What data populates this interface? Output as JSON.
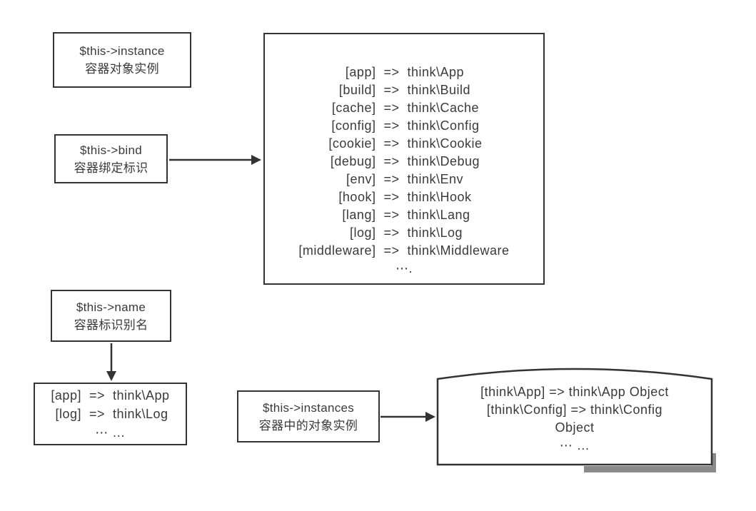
{
  "diagram": {
    "arrow_symbol": "=>",
    "colors": {
      "border": "#333333",
      "text": "#3a3a3a",
      "shadow": "#8a8a8a",
      "background": "#ffffff"
    },
    "instance_label": {
      "line1": "$this->instance",
      "line2": "容器对象实例"
    },
    "bind_label": {
      "line1": "$this->bind",
      "line2": "容器绑定标识"
    },
    "name_label": {
      "line1": "$this->name",
      "line2": "容器标识别名"
    },
    "instances_label": {
      "line1": "$this->instances",
      "line2": "容器中的对象实例"
    },
    "bind_map": {
      "rows": [
        {
          "k": "[app]",
          "v": "think\\App"
        },
        {
          "k": "[build]",
          "v": "think\\Build"
        },
        {
          "k": "[cache]",
          "v": "think\\Cache"
        },
        {
          "k": "[config]",
          "v": "think\\Config"
        },
        {
          "k": "[cookie]",
          "v": "think\\Cookie"
        },
        {
          "k": "[debug]",
          "v": "think\\Debug"
        },
        {
          "k": "[env]",
          "v": "think\\Env"
        },
        {
          "k": "[hook]",
          "v": "think\\Hook"
        },
        {
          "k": "[lang]",
          "v": "think\\Lang"
        },
        {
          "k": "[log]",
          "v": "think\\Log"
        },
        {
          "k": "[middleware]",
          "v": "think\\Middleware"
        }
      ],
      "more": "⋯."
    },
    "name_map": {
      "rows": [
        {
          "k": "[app]",
          "v": "think\\App"
        },
        {
          "k": "[log]",
          "v": "think\\Log"
        }
      ],
      "more": "⋯ …"
    },
    "instances_map": {
      "lines": [
        "[think\\App] => think\\App Object",
        "[think\\Config] => think\\Config",
        "Object",
        "⋯ …"
      ]
    }
  }
}
